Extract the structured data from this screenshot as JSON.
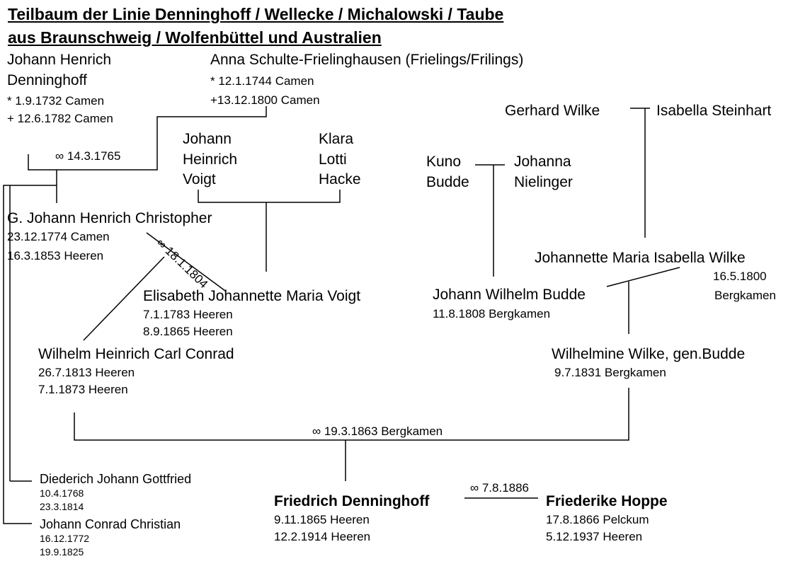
{
  "title": {
    "line1": "Teilbaum der Linie Denninghoff / Wellecke / Michalowski / Taube",
    "line2": "aus Braunschweig / Wolfenbüttel und Australien"
  },
  "persons": {
    "johann_henrich": {
      "name1": "Johann Henrich",
      "name2": "Denninghoff",
      "born": "* 1.9.1732   Camen",
      "died": "+ 12.6.1782 Camen"
    },
    "anna": {
      "name": "Anna Schulte-Frielinghausen (Frielings/Frilings)",
      "born": "* 12.1.1744 Camen",
      "died": "+13.12.1800 Camen"
    },
    "johann_heinrich_voigt": {
      "l1": "Johann",
      "l2": "Heinrich",
      "l3": "Voigt"
    },
    "klara": {
      "l1": "Klara",
      "l2": "Lotti",
      "l3": "Hacke"
    },
    "g_johann": {
      "name": "G. Johann Henrich Christopher",
      "born": "23.12.1774 Camen",
      "died": "16.3.1853   Heeren"
    },
    "elisabeth": {
      "name": "Elisabeth Johannette Maria Voigt",
      "born": "7.1.1783 Heeren",
      "died": "8.9.1865 Heeren"
    },
    "wilhelm_heinrich": {
      "name": "Wilhelm Heinrich Carl Conrad",
      "born": "26.7.1813 Heeren",
      "died": "7.1.1873   Heeren"
    },
    "gerhard": {
      "name": "Gerhard Wilke"
    },
    "isabella": {
      "name": "Isabella Steinhart"
    },
    "kuno": {
      "l1": "Kuno",
      "l2": "Budde"
    },
    "johanna": {
      "l1": "Johanna",
      "l2": "Nielinger"
    },
    "johannette": {
      "name": "Johannette Maria Isabella Wilke",
      "born": "16.5.1800",
      "place": "Bergkamen"
    },
    "johann_wilhelm": {
      "name": "Johann Wilhelm Budde",
      "born": "11.8.1808 Bergkamen"
    },
    "wilhelmine": {
      "name": "Wilhelmine Wilke, gen.Budde",
      "born": "9.7.1831 Bergkamen"
    },
    "diederich": {
      "name": "Diederich Johann Gottfried",
      "born": "10.4.1768",
      "died": "23.3.1814"
    },
    "johann_conrad": {
      "name": "Johann Conrad Christian",
      "born": "16.12.1772",
      "died": "19.9.1825"
    },
    "friedrich": {
      "name": "Friedrich Denninghoff",
      "born": "9.11.1865 Heeren",
      "died": "12.2.1914 Heeren"
    },
    "friederike": {
      "name": "Friederike Hoppe",
      "born": "17.8.1866 Pelckum",
      "died": "5.12.1937 Heeren"
    }
  },
  "marriages": {
    "m1765": "∞ 14.3.1765",
    "m1804": "∞ 18.1.1804",
    "m1863": "∞ 19.3.1863 Bergkamen",
    "m1886": "∞ 7.8.1886"
  }
}
